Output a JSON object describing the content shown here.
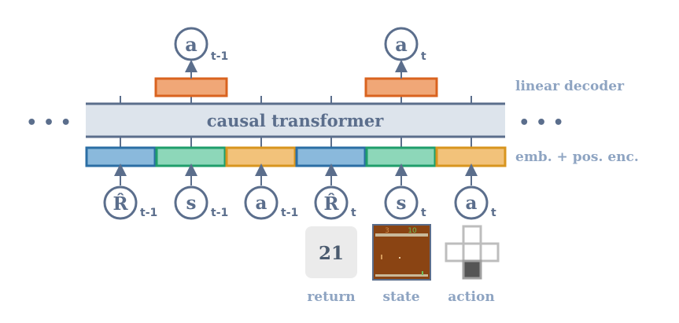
{
  "colors": {
    "slate": "#5b6e8c",
    "label_blue": "#8ea4c2",
    "transformer_fill": "#dde4ec",
    "decoder_fill": "#f0a777",
    "decoder_stroke": "#d9631f",
    "return_fill": "#8ab9dc",
    "return_stroke": "#2b6ea4",
    "state_fill": "#8dd7b9",
    "state_stroke": "#1f9e6b",
    "action_fill": "#f2c27a",
    "action_stroke": "#d8951f",
    "return_card": "#ebebeb",
    "return_value": "#4a5a6e",
    "game_bg": "#8a4413",
    "game_bar": "#c9b99a",
    "dpad_gray": "#bdbdbd",
    "dpad_dark": "#555555"
  },
  "ellipsis_left": "• • •",
  "ellipsis_right": "• • •",
  "transformer_label": "causal transformer",
  "decoder_label": "linear decoder",
  "embedding_label": "emb. + pos. enc.",
  "outputs": [
    {
      "symbol": "a",
      "subscript": "t-1"
    },
    {
      "symbol": "a",
      "subscript": "t"
    }
  ],
  "inputs": [
    {
      "symbol": "R̂",
      "subscript": "t-1"
    },
    {
      "symbol": "s",
      "subscript": "t-1"
    },
    {
      "symbol": "a",
      "subscript": "t-1"
    },
    {
      "symbol": "R̂",
      "subscript": "t"
    },
    {
      "symbol": "s",
      "subscript": "t"
    },
    {
      "symbol": "a",
      "subscript": "t"
    }
  ],
  "example": {
    "return_value": "21",
    "return_label": "return",
    "state_label": "state",
    "action_label": "action",
    "game_score_left": "3",
    "game_score_right": "10"
  }
}
